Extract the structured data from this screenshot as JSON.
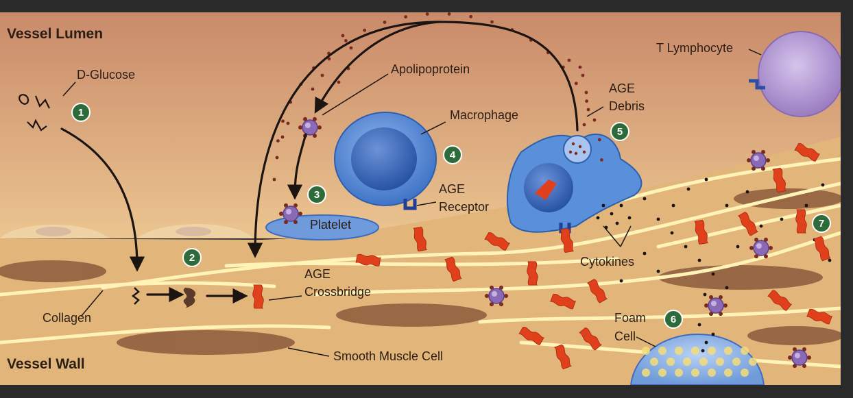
{
  "regions": {
    "lumen": "Vessel Lumen",
    "wall": "Vessel Wall"
  },
  "labels": {
    "d_glucose": "D-Glucose",
    "apolipoprotein": "Apolipoprotein",
    "macrophage": "Macrophage",
    "age_receptor_1": "AGE",
    "age_receptor_2": "Receptor",
    "platelet": "Platelet",
    "age_debris_1": "AGE",
    "age_debris_2": "Debris",
    "t_lymphocyte": "T Lymphocyte",
    "collagen": "Collagen",
    "age_crossbridge_1": "AGE",
    "age_crossbridge_2": "Crossbridge",
    "cytokines": "Cytokines",
    "foam_cell_1": "Foam",
    "foam_cell_2": "Cell",
    "smooth_muscle_cell": "Smooth Muscle Cell"
  },
  "steps": [
    "1",
    "2",
    "3",
    "4",
    "5",
    "6",
    "7"
  ],
  "colors": {
    "lumen_top": "#c98a6a",
    "lumen_bottom": "#e9c08d",
    "wall": "#e2b67a",
    "collagen": "#fff3b8",
    "muscle": "#8c5a3c",
    "cell_blue": "#4f86d6",
    "age": "#e0401b",
    "badge": "#2e6b3a",
    "lymphocyte": "#a88bc9"
  }
}
